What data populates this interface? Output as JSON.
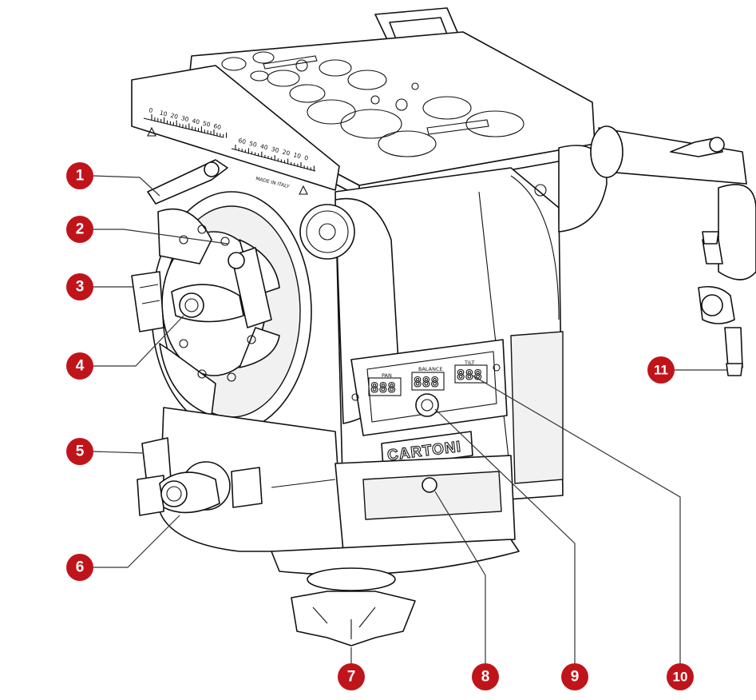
{
  "diagram": {
    "brand_color": "#c0141b",
    "scale_top_numbers": [
      "0",
      "10",
      "20",
      "30",
      "40",
      "50",
      "60"
    ],
    "scale_bottom_numbers": [
      "60",
      "50",
      "40",
      "30",
      "20",
      "10",
      "0"
    ],
    "scale_note": "MADE IN ITALY",
    "display_labels": {
      "pan": "PAN",
      "balance": "BALANCE",
      "tilt": "TILT"
    },
    "display_digits": {
      "pan": "888",
      "balance": "888",
      "tilt": "888"
    },
    "brand_plate": "CARTONI"
  },
  "callouts": [
    {
      "number": "1"
    },
    {
      "number": "2"
    },
    {
      "number": "3"
    },
    {
      "number": "4"
    },
    {
      "number": "5"
    },
    {
      "number": "6"
    },
    {
      "number": "7"
    },
    {
      "number": "8"
    },
    {
      "number": "9"
    },
    {
      "number": "10"
    },
    {
      "number": "11"
    }
  ]
}
